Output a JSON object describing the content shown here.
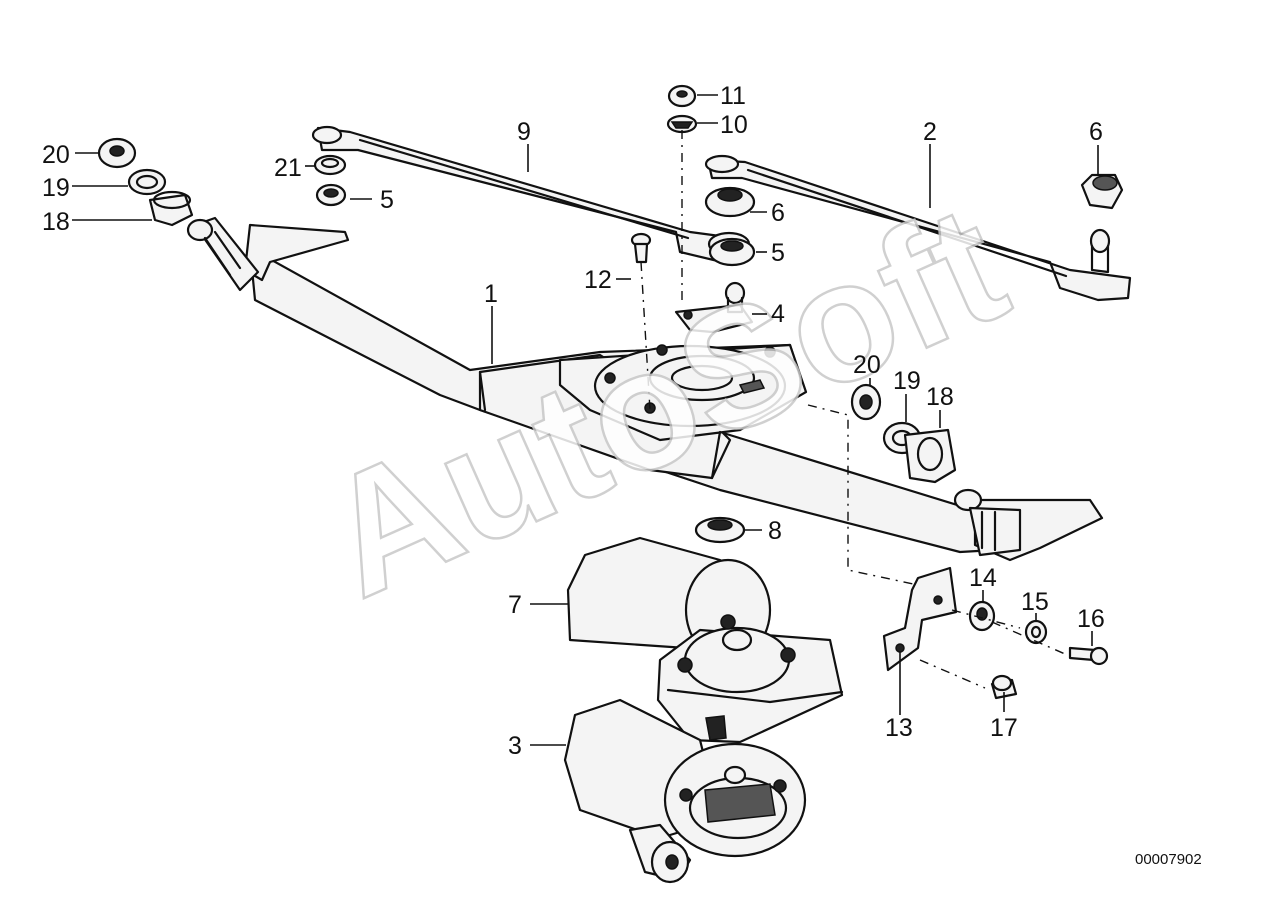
{
  "diagram": {
    "doc_id": "00007902",
    "watermark": "AutoSoft",
    "callouts": [
      "1",
      "2",
      "3",
      "4",
      "5",
      "5",
      "6",
      "6",
      "7",
      "8",
      "9",
      "10",
      "11",
      "12",
      "13",
      "14",
      "15",
      "16",
      "17",
      "18",
      "18",
      "19",
      "19",
      "20",
      "20",
      "21"
    ]
  }
}
